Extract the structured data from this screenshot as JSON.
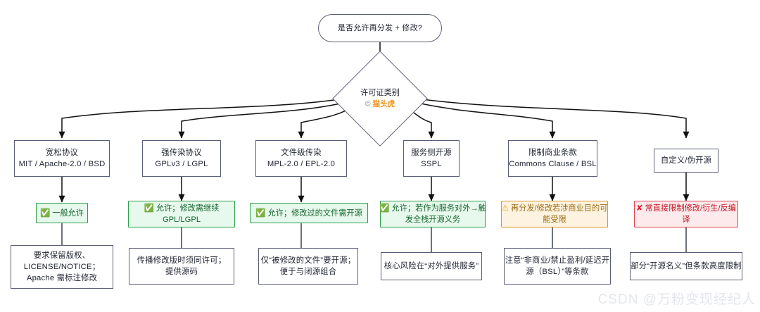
{
  "diagram": {
    "title_node": {
      "label": "是否允许再分发 + 修改?"
    },
    "decision": {
      "label": "许可证类别",
      "copyright_mark": "©",
      "brand": "猫头虎"
    },
    "branches": [
      {
        "category": {
          "line1": "宽松协议",
          "line2": "MIT / Apache-2.0 / BSD"
        },
        "status": {
          "icon": "check-icon",
          "glyph": "✅",
          "type": "ok",
          "line1": "一般允许",
          "line2": ""
        },
        "detail": {
          "line1": "要求保留版权、",
          "line2": "LICENSE/NOTICE；",
          "line3": "Apache 需标注修改"
        }
      },
      {
        "category": {
          "line1": "强传染协议",
          "line2": "GPLv3 / LGPL"
        },
        "status": {
          "icon": "check-icon",
          "glyph": "✅",
          "type": "ok",
          "line1": "允许；修改需继续",
          "line2": "GPL/LGPL"
        },
        "detail": {
          "line1": "传播修改版时须同许可；",
          "line2": "提供源码",
          "line3": ""
        }
      },
      {
        "category": {
          "line1": "文件级传染",
          "line2": "MPL-2.0 / EPL-2.0"
        },
        "status": {
          "icon": "check-icon",
          "glyph": "✅",
          "type": "ok",
          "line1": "允许；修改过的文件需开源",
          "line2": ""
        },
        "detail": {
          "line1": "仅“被修改的文件”要开源；",
          "line2": "便于与闭源组合",
          "line3": ""
        }
      },
      {
        "category": {
          "line1": "服务侧开源",
          "line2": "SSPL"
        },
        "status": {
          "icon": "check-icon",
          "glyph": "✅",
          "type": "ok",
          "line1": "允许；若作为服务对外→触",
          "line2": "发全栈开源义务"
        },
        "detail": {
          "line1": "核心风险在“对外提供服务”",
          "line2": "",
          "line3": ""
        }
      },
      {
        "category": {
          "line1": "限制商业条款",
          "line2": "Commons Clause / BSL"
        },
        "status": {
          "icon": "warning-icon",
          "glyph": "⚠",
          "type": "warn",
          "line1": "再分发/修改若涉商业目的可",
          "line2": "能受限"
        },
        "detail": {
          "line1": "注意“非商业/禁止盈利/延迟开",
          "line2": "源（BSL）”等条款",
          "line3": ""
        }
      },
      {
        "category": {
          "line1": "自定义/伪开源",
          "line2": ""
        },
        "status": {
          "icon": "cross-icon",
          "glyph": "✘",
          "type": "bad",
          "line1": "常直接限制修改/衍生/反编",
          "line2": "译"
        },
        "detail": {
          "line1": "部分“开源名义”但条款高度限制",
          "line2": "",
          "line3": ""
        }
      }
    ]
  },
  "watermark": {
    "text": "CSDN @万粉变现经纪人"
  },
  "colors": {
    "node_border": "#5b5e78",
    "link": "#111111",
    "ok_fill": "#e7f8ec",
    "ok_border": "#2f9e4f",
    "ok_text": "#15662f",
    "warn_fill": "#fdf3e0",
    "warn_border": "#e0971f",
    "warn_text": "#9c6a12",
    "bad_fill": "#fdeaec",
    "bad_border": "#e0434f",
    "bad_text": "#c1121f",
    "brand": "#f0941f",
    "watermark": "#e3e6eb"
  }
}
